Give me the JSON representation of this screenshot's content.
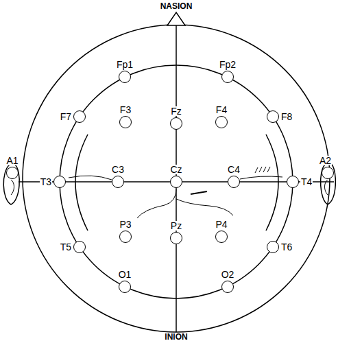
{
  "diagram": {
    "nodes": [
      {
        "text": [
          "Fp1"
        ]
      },
      {
        "text": [
          "Fp2"
        ]
      },
      {
        "text": [
          "F7"
        ]
      },
      {
        "text": [
          "F3"
        ]
      },
      {
        "text": [
          "Fz"
        ]
      },
      {
        "text": [
          "F4"
        ]
      },
      {
        "text": [
          "F8"
        ]
      },
      {
        "text": [
          "A1"
        ]
      },
      {
        "text": [
          "T3"
        ]
      },
      {
        "text": [
          "C3"
        ]
      },
      {
        "text": [
          "Cz"
        ]
      },
      {
        "text": [
          "C4"
        ]
      },
      {
        "text": [
          "T4"
        ]
      },
      {
        "text": [
          "A2"
        ]
      },
      {
        "text": [
          "T5"
        ]
      },
      {
        "text": [
          "P3"
        ]
      },
      {
        "text": [
          "Pz"
        ]
      },
      {
        "text": [
          "P4"
        ]
      },
      {
        "text": [
          "T6"
        ]
      },
      {
        "text": [
          "O1"
        ]
      },
      {
        "text": [
          "O2"
        ]
      }
    ],
    "labels": [
      "NASION",
      "INION"
    ]
  }
}
